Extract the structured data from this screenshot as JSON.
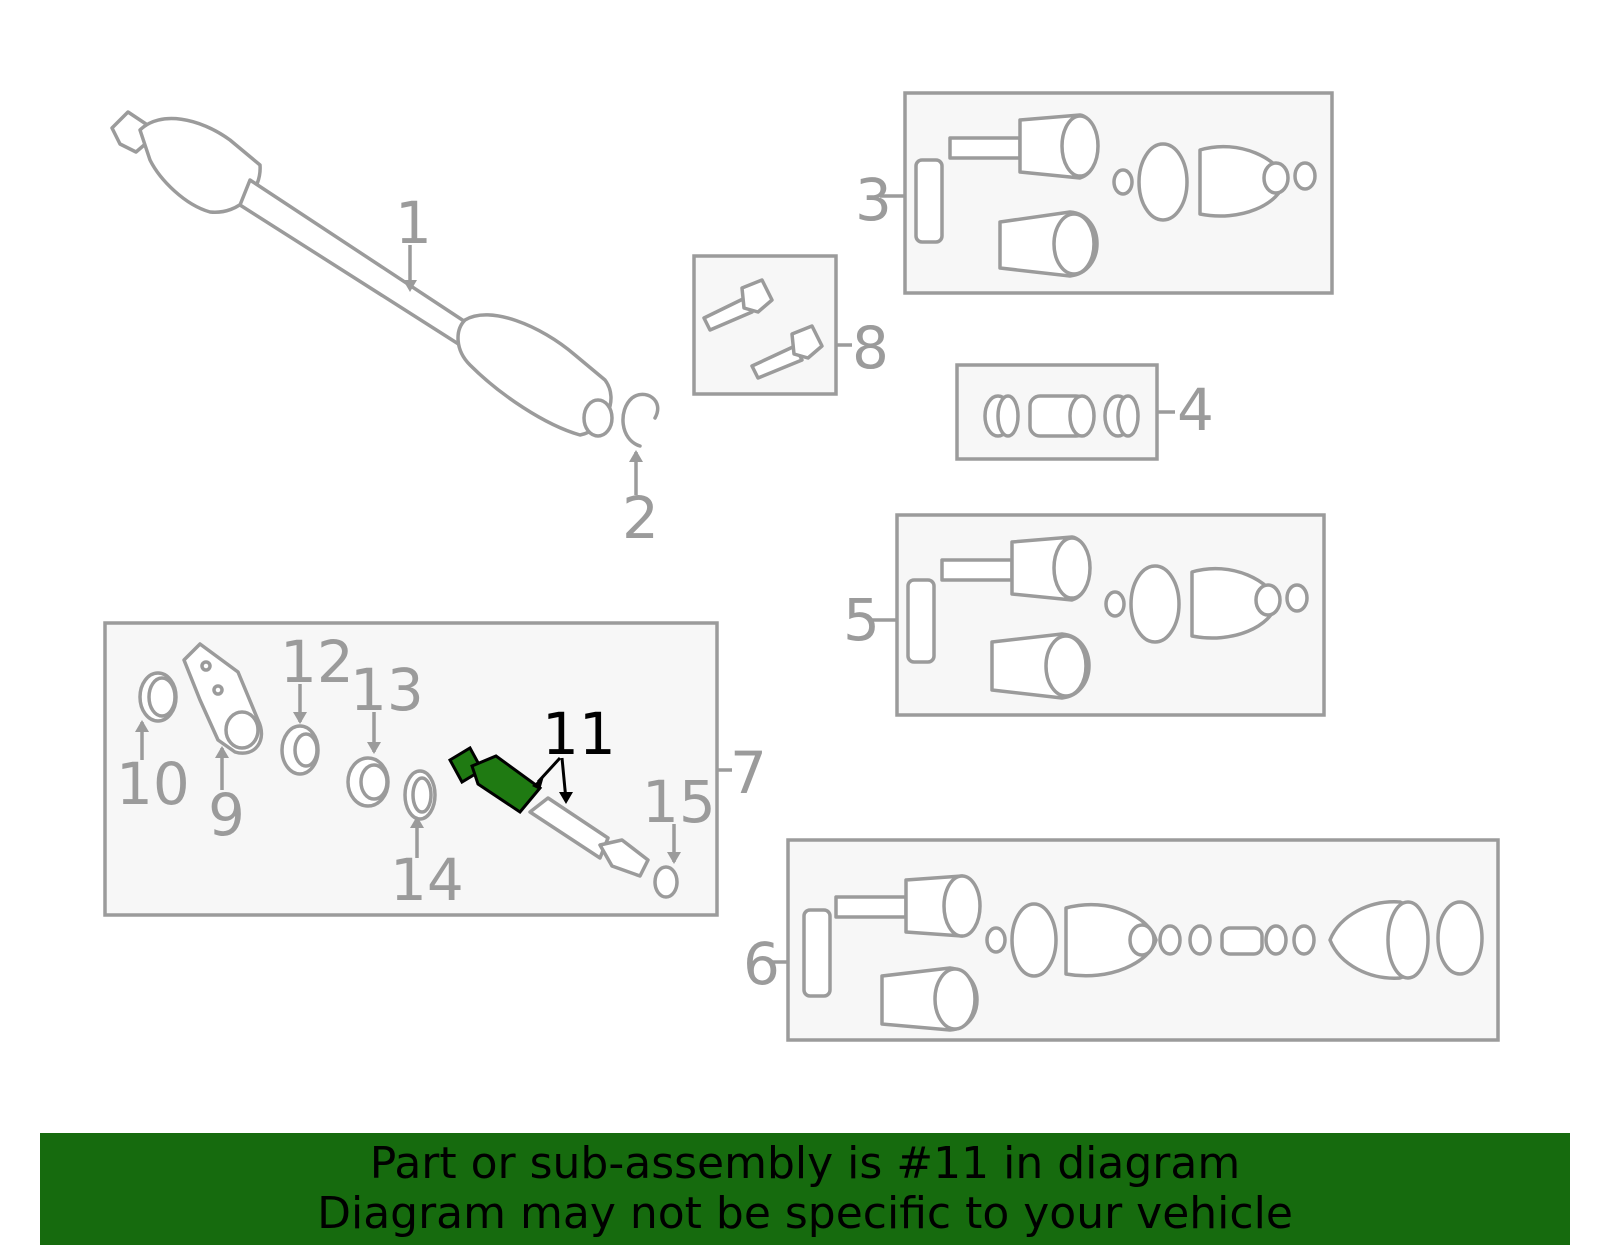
{
  "callouts": {
    "c1": "1",
    "c2": "2",
    "c3": "3",
    "c4": "4",
    "c5": "5",
    "c6": "6",
    "c7": "7",
    "c8": "8",
    "c9": "9",
    "c10": "10",
    "c11": "11",
    "c12": "12",
    "c13": "13",
    "c14": "14",
    "c15": "15"
  },
  "highlighted_part": "11",
  "colors": {
    "highlight_part": "#1f7a12",
    "banner_background": "#166b0e",
    "line_art": "#9b9b9b"
  },
  "banner": {
    "line1": "Part or sub-assembly is #11 in diagram",
    "line2": "Diagram may not be specific to your vehicle"
  }
}
